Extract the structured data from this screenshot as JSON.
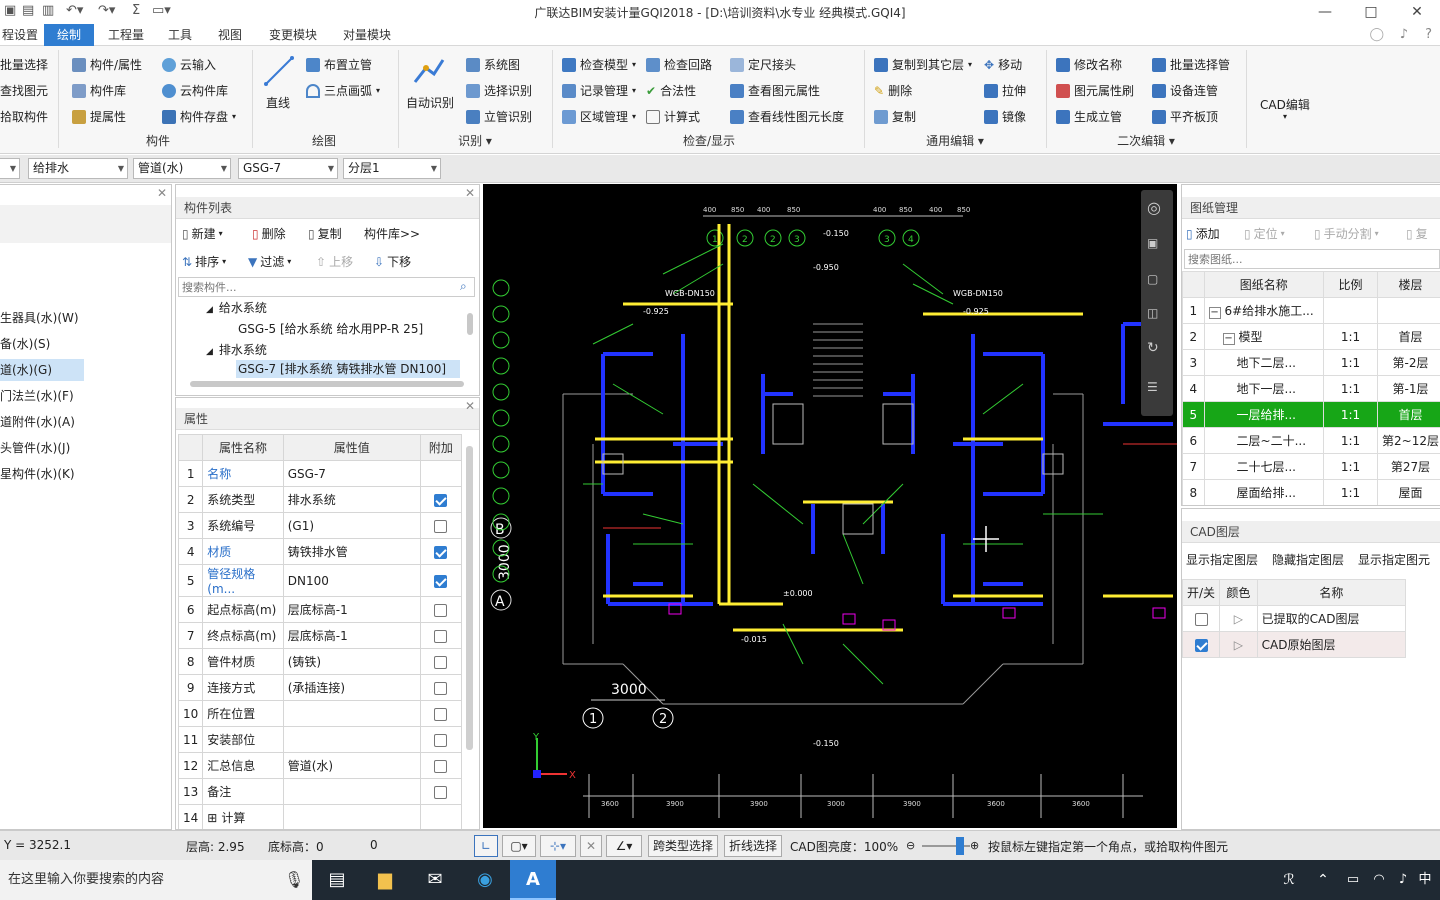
{
  "window": {
    "title": "广联达BIM安装计量GQI2018 - [D:\\培训资料\\水专业 经典模式.GQI4]",
    "controls": [
      "—",
      "□",
      "✕"
    ]
  },
  "menu": {
    "items": [
      "程设置",
      "绘制",
      "工程量",
      "工具",
      "视图",
      "变更模块",
      "对量模块"
    ],
    "active": "绘制"
  },
  "ribbon": {
    "col1": [
      "批量选择",
      "查找图元",
      "拾取构件"
    ],
    "component": {
      "items": [
        "构件/属性",
        "构件库",
        "提属性",
        "云输入",
        "云构件库",
        "构件存盘"
      ],
      "label": "构件"
    },
    "draw": {
      "line": "直线",
      "items": [
        "布置立管",
        "三点画弧"
      ],
      "label": "绘图"
    },
    "identify": {
      "auto": "自动识别",
      "items": [
        "系统图",
        "选择识别",
        "立管识别"
      ],
      "label": "识别"
    },
    "check": {
      "items": [
        "检查模型",
        "记录管理",
        "区域管理",
        "检查回路",
        "合法性",
        "计算式",
        "定尺接头",
        "查看图元属性",
        "查看线性图元长度"
      ],
      "label": "检查/显示"
    },
    "general": {
      "items": [
        "复制到其它层",
        "删除",
        "复制",
        "移动",
        "拉伸",
        "镜像"
      ],
      "label": "通用编辑"
    },
    "secondary": {
      "items": [
        "修改名称",
        "图元属性刷",
        "生成立管",
        "批量选择管",
        "设备连管",
        "平齐板顶"
      ],
      "label": "二次编辑"
    },
    "cad": "CAD编辑"
  },
  "selectors": {
    "system": "给排水",
    "type": "管道(水)",
    "component": "GSG-7",
    "layer": "分层1"
  },
  "left_nav": {
    "items": [
      {
        "label": "生器具(水)(W)",
        "selected": false
      },
      {
        "label": "备(水)(S)",
        "selected": false
      },
      {
        "label": "道(水)(G)",
        "selected": true
      },
      {
        "label": "门法兰(水)(F)",
        "selected": false
      },
      {
        "label": "道附件(水)(A)",
        "selected": false
      },
      {
        "label": "头管件(水)(J)",
        "selected": false
      },
      {
        "label": "星构件(水)(K)",
        "selected": false
      }
    ]
  },
  "component_list": {
    "title": "构件列表",
    "toolbar": [
      "新建",
      "删除",
      "复制",
      "构件库>>",
      "排序",
      "过滤",
      "上移",
      "下移"
    ],
    "search_placeholder": "搜索构件...",
    "tree": [
      {
        "label": "给水系统",
        "level": 0
      },
      {
        "label": "GSG-5 [给水系统 给水用PP-R 25]",
        "level": 1
      },
      {
        "label": "排水系统",
        "level": 0
      },
      {
        "label": "GSG-7 [排水系统 铸铁排水管 DN100]",
        "level": 1,
        "selected": true
      }
    ]
  },
  "properties": {
    "title": "属性",
    "headers": [
      "属性名称",
      "属性值",
      "附加"
    ],
    "rows": [
      {
        "n": "1",
        "name": "名称",
        "value": "GSG-7",
        "check": null,
        "link": true
      },
      {
        "n": "2",
        "name": "系统类型",
        "value": "排水系统",
        "check": true,
        "link": false
      },
      {
        "n": "3",
        "name": "系统编号",
        "value": "(G1)",
        "check": false,
        "link": false
      },
      {
        "n": "4",
        "name": "材质",
        "value": "铸铁排水管",
        "check": true,
        "link": true
      },
      {
        "n": "5",
        "name": "管径规格(m...",
        "value": "DN100",
        "check": true,
        "link": true
      },
      {
        "n": "6",
        "name": "起点标高(m)",
        "value": "层底标高-1",
        "check": false,
        "link": false
      },
      {
        "n": "7",
        "name": "终点标高(m)",
        "value": "层底标高-1",
        "check": false,
        "link": false
      },
      {
        "n": "8",
        "name": "管件材质",
        "value": "(铸铁)",
        "check": false,
        "link": false
      },
      {
        "n": "9",
        "name": "连接方式",
        "value": "(承插连接)",
        "check": false,
        "link": false
      },
      {
        "n": "10",
        "name": "所在位置",
        "value": "",
        "check": false,
        "link": false
      },
      {
        "n": "11",
        "name": "安装部位",
        "value": "",
        "check": false,
        "link": false
      },
      {
        "n": "12",
        "name": "汇总信息",
        "value": "管道(水)",
        "check": false,
        "link": false
      },
      {
        "n": "13",
        "name": "备注",
        "value": "",
        "check": false,
        "link": false
      },
      {
        "n": "14",
        "name": "计算",
        "value": "",
        "check": null,
        "link": false,
        "expand": "+"
      }
    ]
  },
  "drawing": {
    "dims_top": [
      "400",
      "850",
      "400",
      "850",
      "400",
      "850",
      "400",
      "850"
    ],
    "axis_top": [
      "1",
      "2",
      "2",
      "3",
      "3",
      "4"
    ],
    "axis_left": [
      "B",
      "A"
    ],
    "dim_left": "3000",
    "dim_bottom": "3000",
    "axis_bottom": [
      "1",
      "2"
    ],
    "dims_bottom": [
      "3600",
      "3900",
      "3900",
      "3000",
      "3900",
      "3600",
      "3600"
    ],
    "annot": [
      "-0.150",
      "-0.950",
      "-0.925",
      "-0.925",
      "WGB-DN150",
      "WGB-DN150",
      "-0.015",
      "±0.000",
      "-0.150"
    ]
  },
  "sheet_mgmt": {
    "title": "图纸管理",
    "toolbar": [
      "添加",
      "定位",
      "手动分割",
      "复"
    ],
    "search_placeholder": "搜索图纸...",
    "headers": [
      "图纸名称",
      "比例",
      "楼层"
    ],
    "rows": [
      {
        "n": "1",
        "expand": "−",
        "name": "6#给排水施工...",
        "scale": "",
        "floor": "",
        "indent": 0
      },
      {
        "n": "2",
        "expand": "−",
        "name": "模型",
        "scale": "1:1",
        "floor": "首层",
        "indent": 1
      },
      {
        "n": "3",
        "expand": "",
        "name": "地下二层...",
        "scale": "1:1",
        "floor": "第-2层",
        "indent": 2
      },
      {
        "n": "4",
        "expand": "",
        "name": "地下一层...",
        "scale": "1:1",
        "floor": "第-1层",
        "indent": 2
      },
      {
        "n": "5",
        "expand": "",
        "name": "一层给排...",
        "scale": "1:1",
        "floor": "首层",
        "indent": 2,
        "selected": true
      },
      {
        "n": "6",
        "expand": "",
        "name": "二层~二十...",
        "scale": "1:1",
        "floor": "第2~12层",
        "indent": 2
      },
      {
        "n": "7",
        "expand": "",
        "name": "二十七层...",
        "scale": "1:1",
        "floor": "第27层",
        "indent": 2
      },
      {
        "n": "8",
        "expand": "",
        "name": "屋面给排...",
        "scale": "1:1",
        "floor": "屋面",
        "indent": 2
      }
    ]
  },
  "cad_layers": {
    "title": "CAD图层",
    "actions": [
      "显示指定图层",
      "隐藏指定图层",
      "显示指定图元"
    ],
    "headers": [
      "开/关",
      "颜色",
      "名称"
    ],
    "rows": [
      {
        "on": false,
        "name": "已提取的CAD图层"
      },
      {
        "on": true,
        "name": "CAD原始图层"
      }
    ]
  },
  "status": {
    "coord": "Y = 3252.1",
    "floor_height": "层高: 2.95",
    "base_height": "底标高：0",
    "zero": "0",
    "cross_select": "跨类型选择",
    "polyline_select": "折线选择",
    "cad_brightness": "CAD图亮度：100%",
    "hint": "按鼠标左键指定第一个角点，或拾取构件图元"
  },
  "taskbar": {
    "search": "在这里输入你要搜索的内容",
    "tray": [
      "ℛ",
      "⌃",
      "中"
    ]
  }
}
